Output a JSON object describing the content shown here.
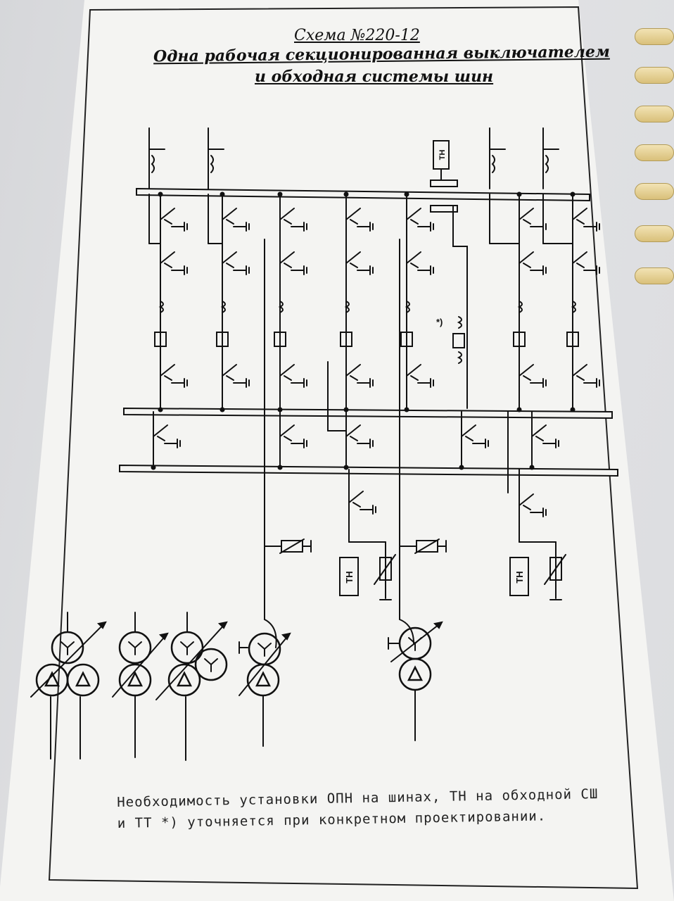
{
  "title": {
    "line1": "Схема  №220-12",
    "line2": "Одна рабочая секционированная выключателем",
    "line3": "и обходная системы шин"
  },
  "labels": {
    "voltage_transformer": "ТН",
    "footnote_mark": "*)"
  },
  "note": {
    "text": "Необходимость установки ОПН  на шинах, ТН на обходной СШ и ТТ *) уточняется при конкретном проектировании."
  },
  "colors": {
    "ink": "#111111",
    "paper": "#f3f3f1",
    "binding": "#e6d39a"
  }
}
